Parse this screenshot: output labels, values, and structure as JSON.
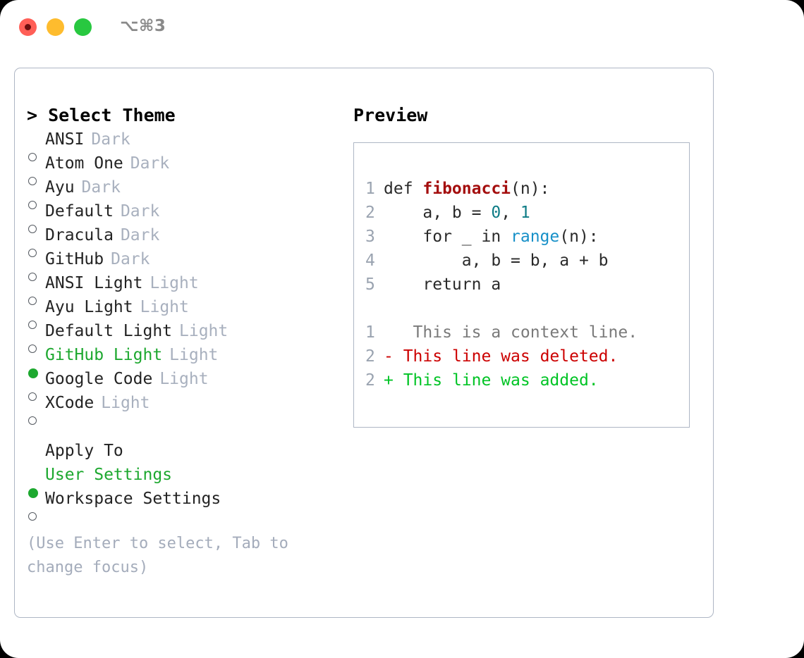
{
  "titlebar": {
    "shortcut": "⌥⌘3",
    "lights": [
      {
        "name": "close",
        "color": "#ff5f57"
      },
      {
        "name": "minimize",
        "color": "#febc2e"
      },
      {
        "name": "maximize",
        "color": "#28c840"
      }
    ]
  },
  "left": {
    "heading": "> Select Theme",
    "themes": [
      {
        "name": "ANSI",
        "tag": "Dark",
        "selected": false
      },
      {
        "name": "Atom One",
        "tag": "Dark",
        "selected": false
      },
      {
        "name": "Ayu",
        "tag": "Dark",
        "selected": false
      },
      {
        "name": "Default",
        "tag": "Dark",
        "selected": false
      },
      {
        "name": "Dracula",
        "tag": "Dark",
        "selected": false
      },
      {
        "name": "GitHub",
        "tag": "Dark",
        "selected": false
      },
      {
        "name": "ANSI Light",
        "tag": "Light",
        "selected": false
      },
      {
        "name": "Ayu Light",
        "tag": "Light",
        "selected": false
      },
      {
        "name": "Default Light",
        "tag": "Light",
        "selected": false
      },
      {
        "name": "GitHub Light",
        "tag": "Light",
        "selected": true
      },
      {
        "name": "Google Code",
        "tag": "Light",
        "selected": false
      },
      {
        "name": "XCode",
        "tag": "Light",
        "selected": false
      }
    ],
    "apply_to_heading": "Apply To",
    "apply_to_options": [
      {
        "name": "User Settings",
        "selected": true
      },
      {
        "name": "Workspace Settings",
        "selected": false
      }
    ],
    "hint": "(Use Enter to select, Tab to change focus)"
  },
  "right": {
    "heading": "Preview",
    "code_lines": [
      {
        "num": "1",
        "segments": [
          {
            "text": "def ",
            "kind": "plain"
          },
          {
            "text": "fibonacci",
            "kind": "fn"
          },
          {
            "text": "(n):",
            "kind": "plain"
          }
        ]
      },
      {
        "num": "2",
        "segments": [
          {
            "text": "    a, b = ",
            "kind": "plain"
          },
          {
            "text": "0",
            "kind": "num"
          },
          {
            "text": ", ",
            "kind": "plain"
          },
          {
            "text": "1",
            "kind": "num"
          }
        ]
      },
      {
        "num": "3",
        "segments": [
          {
            "text": "    for _ in ",
            "kind": "plain"
          },
          {
            "text": "range",
            "kind": "call"
          },
          {
            "text": "(n):",
            "kind": "plain"
          }
        ]
      },
      {
        "num": "4",
        "segments": [
          {
            "text": "        a, b = b, a + b",
            "kind": "plain"
          }
        ]
      },
      {
        "num": "5",
        "segments": [
          {
            "text": "    return a",
            "kind": "plain"
          }
        ]
      }
    ],
    "diff_lines": [
      {
        "num": "1",
        "marker": " ",
        "text": "  This is a context line.",
        "kind": "context"
      },
      {
        "num": "2",
        "marker": "-",
        "text": " This line was deleted.",
        "kind": "delete"
      },
      {
        "num": "2",
        "marker": "+",
        "text": " This line was added.",
        "kind": "add"
      }
    ]
  },
  "colors": {
    "accent_green": "#1da82f",
    "border": "#aeb6c4",
    "muted": "#a8b0be",
    "diff_delete": "#cc0000",
    "diff_add": "#00c425",
    "token_function": "#a40e0e",
    "token_number": "#0e7c86",
    "token_call": "#1790c8"
  }
}
